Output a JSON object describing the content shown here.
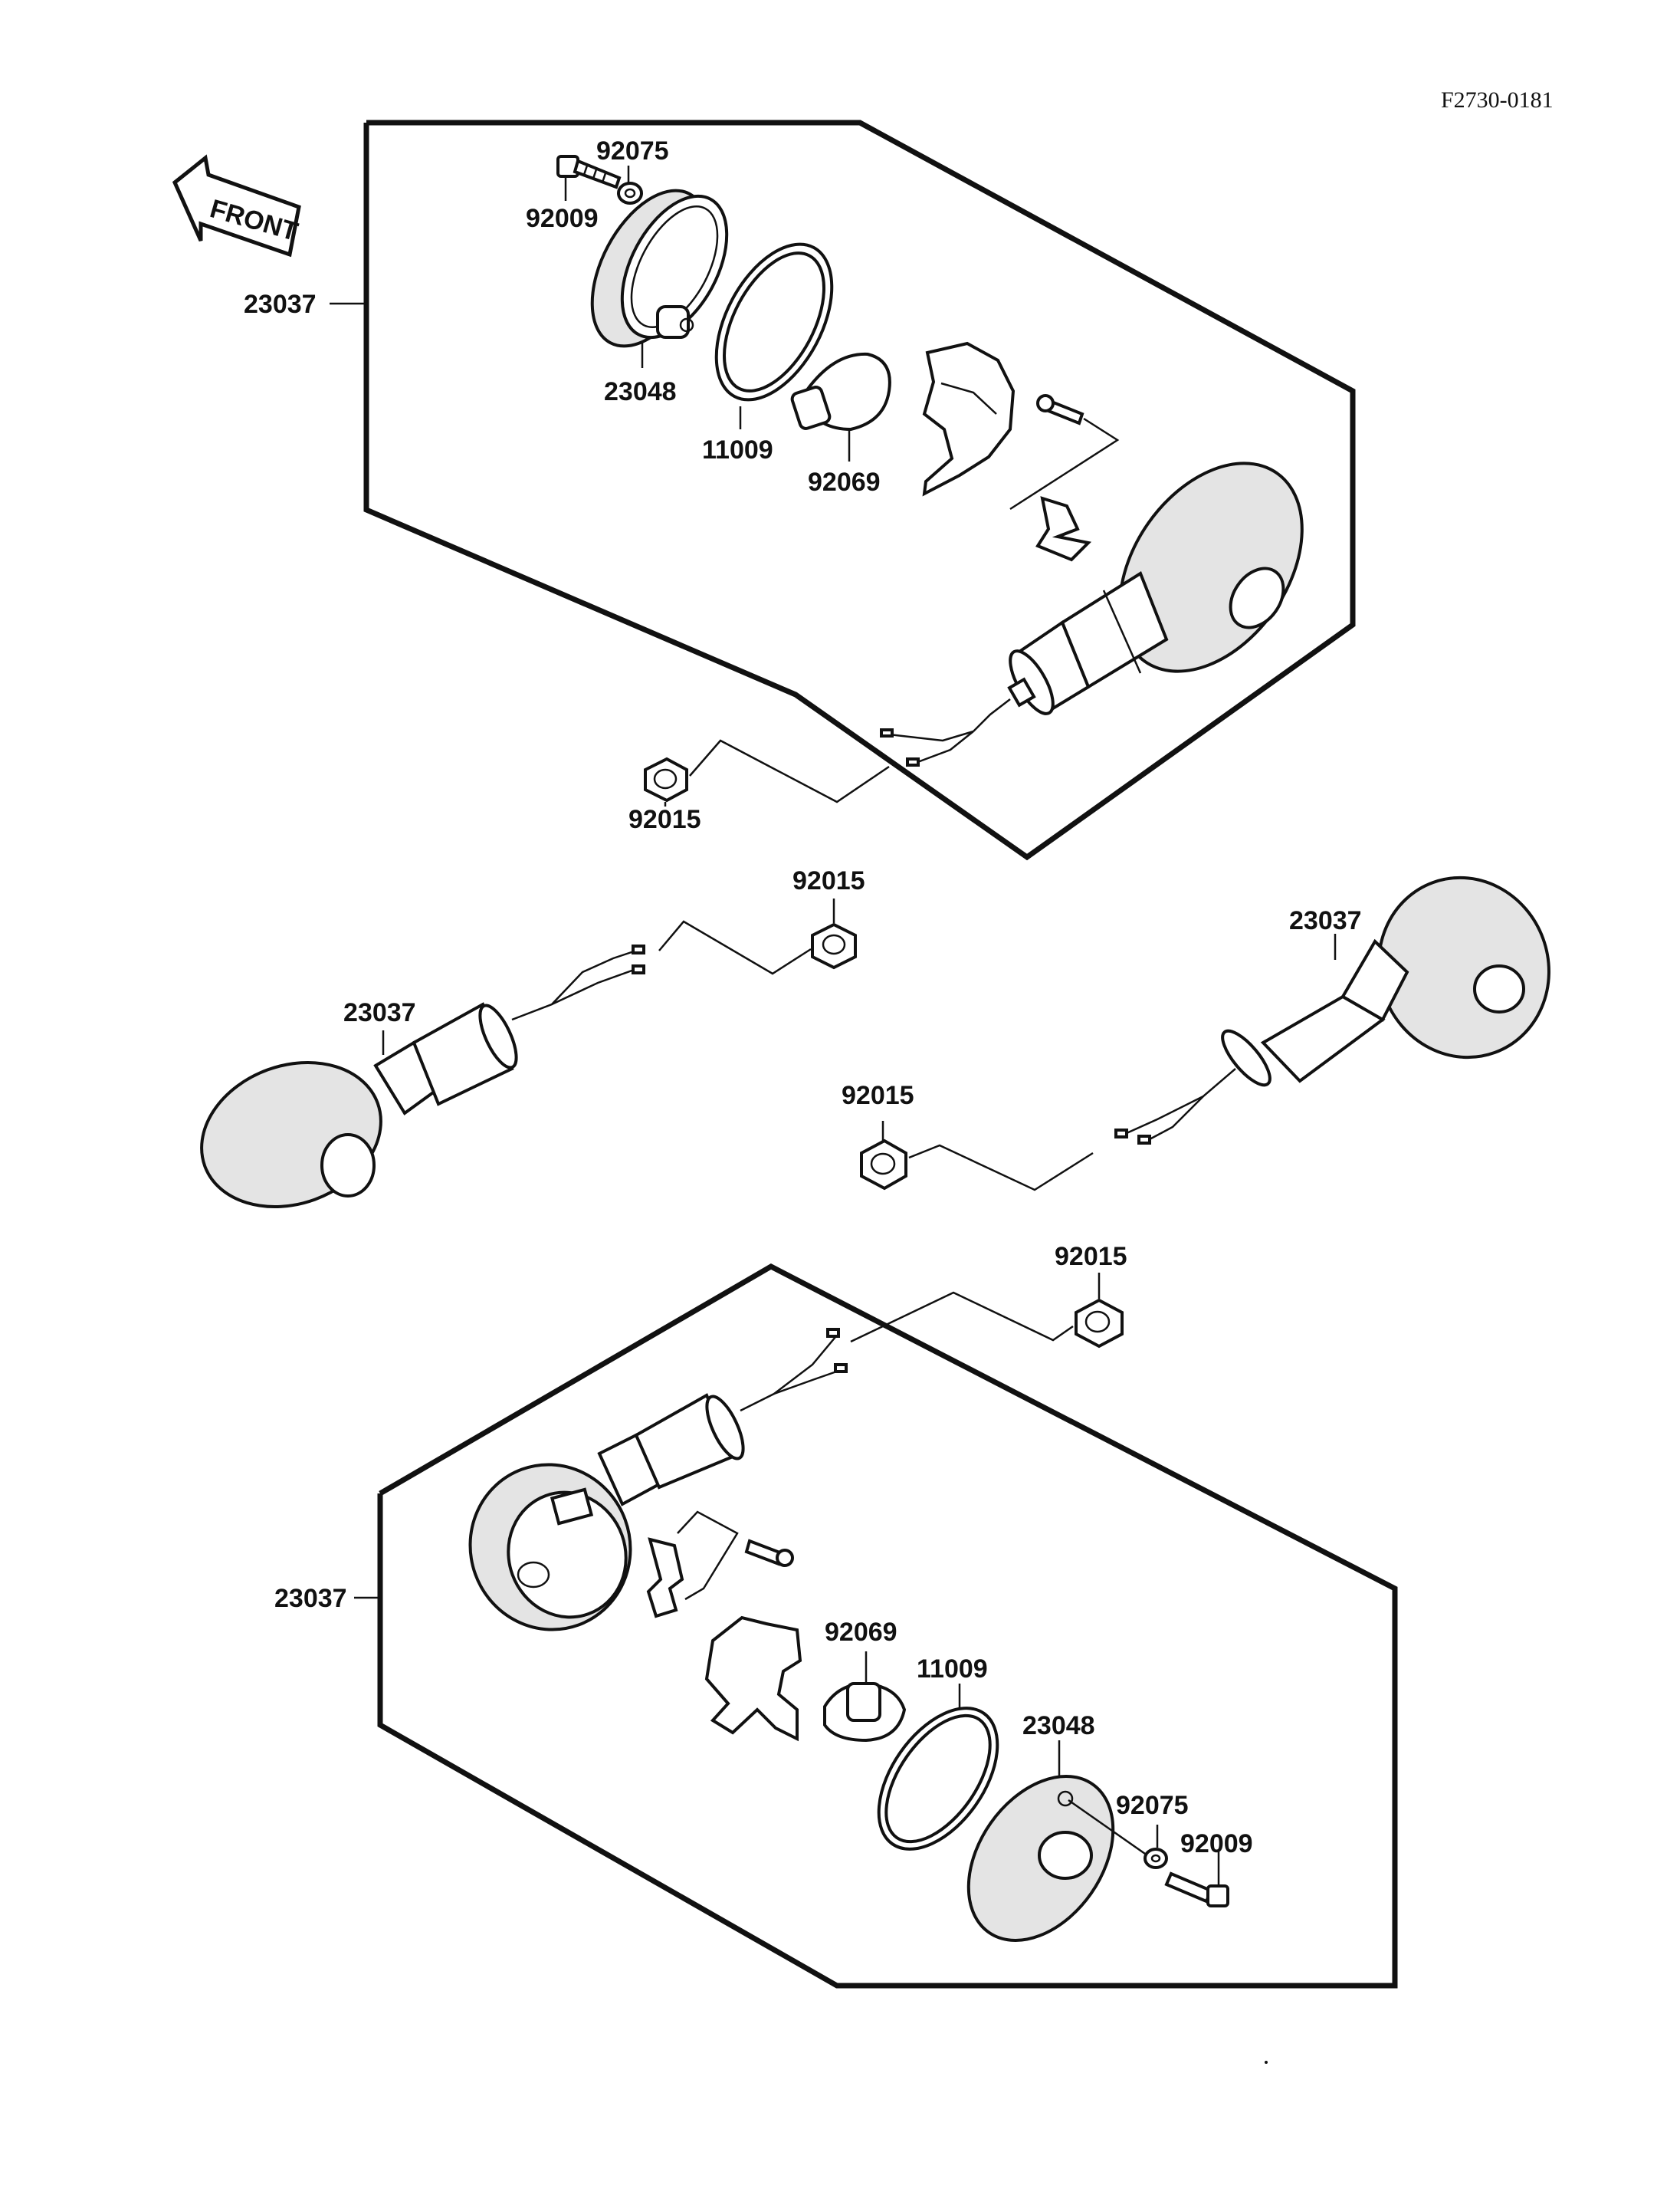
{
  "diagram": {
    "ref_code": "F2730-0181",
    "front_arrow_label": "FRONT",
    "top_assembly": {
      "label_23037": "23037",
      "label_92075": "92075",
      "label_92009": "92009",
      "label_23048": "23048",
      "label_11009": "11009",
      "label_92069": "92069",
      "label_92015": "92015"
    },
    "middle_left": {
      "label_23037": "23037",
      "label_92015": "92015"
    },
    "middle_right": {
      "label_23037": "23037",
      "label_92015": "92015"
    },
    "bottom_assembly": {
      "label_23037": "23037",
      "label_92015": "92015",
      "label_92069": "92069",
      "label_11009": "11009",
      "label_23048": "23048",
      "label_92075": "92075",
      "label_92009": "92009"
    },
    "icons": [
      "front-arrow-icon",
      "turn-signal-icon",
      "bulb-icon",
      "nut-icon",
      "screw-icon",
      "gasket-icon",
      "lens-icon",
      "bracket-icon"
    ]
  }
}
